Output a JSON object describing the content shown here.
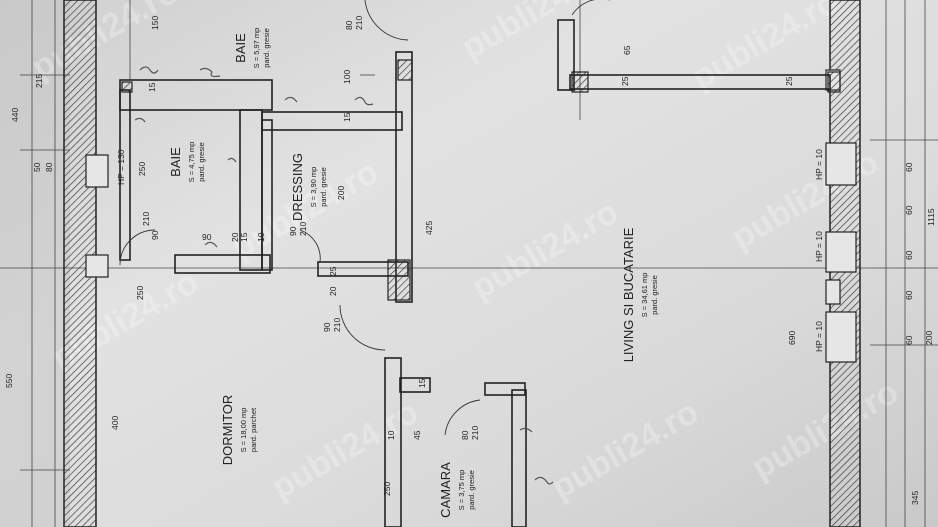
{
  "watermark": "publi24.ro",
  "rooms": {
    "dormitor": {
      "name": "DORMITOR",
      "area": "S = 18,00 mp",
      "floor": "pard. parchet"
    },
    "baie": {
      "name": "BAIE",
      "area": "S = 4,75 mp",
      "floor": "pard. gresie"
    },
    "baie2": {
      "name": "BAIE",
      "area": "S = 5,97 mp",
      "floor": "pard. gresie"
    },
    "dressing": {
      "name": "DRESSING",
      "area": "S = 3,90 mp",
      "floor": "pard. gresie"
    },
    "living": {
      "name": "LIVING SI BUCATARIE",
      "area": "S = 34,61 mp",
      "floor": "pard. gresie"
    },
    "camara": {
      "name": "CAMARA",
      "area": "S = 3,75 mp",
      "floor": "pard. gresie"
    }
  },
  "window_labels": [
    "HP = 130",
    "HP = 10",
    "HP = 10",
    "HP = 10"
  ],
  "dims": {
    "d550": "550",
    "d440": "440",
    "d215": "215",
    "d50": "50",
    "d80": "80",
    "d400": "400",
    "d250a": "250",
    "d150": "150",
    "d210a": "210",
    "d90a": "90",
    "d90b": "90",
    "d20a": "20",
    "d15a": "15",
    "d15b": "15",
    "d10a": "10",
    "d250b": "250",
    "d200": "200",
    "d90c": "90",
    "d210b": "210",
    "d100": "100",
    "d15c": "15",
    "d80b": "80",
    "d210c": "210",
    "d425": "425",
    "d25a": "25",
    "d20b": "20",
    "d90d": "90",
    "d210d": "210",
    "d15d": "15",
    "d45": "45",
    "d80c": "80",
    "d210e": "210",
    "d10b": "10",
    "d250c": "250",
    "d65": "65",
    "d25b": "25",
    "d25c": "25",
    "d690": "690",
    "d60a": "60",
    "d60b": "60",
    "d60c": "60",
    "d60d": "60",
    "d60e": "60",
    "d200b": "200",
    "d345": "345",
    "d1115": "1115"
  }
}
